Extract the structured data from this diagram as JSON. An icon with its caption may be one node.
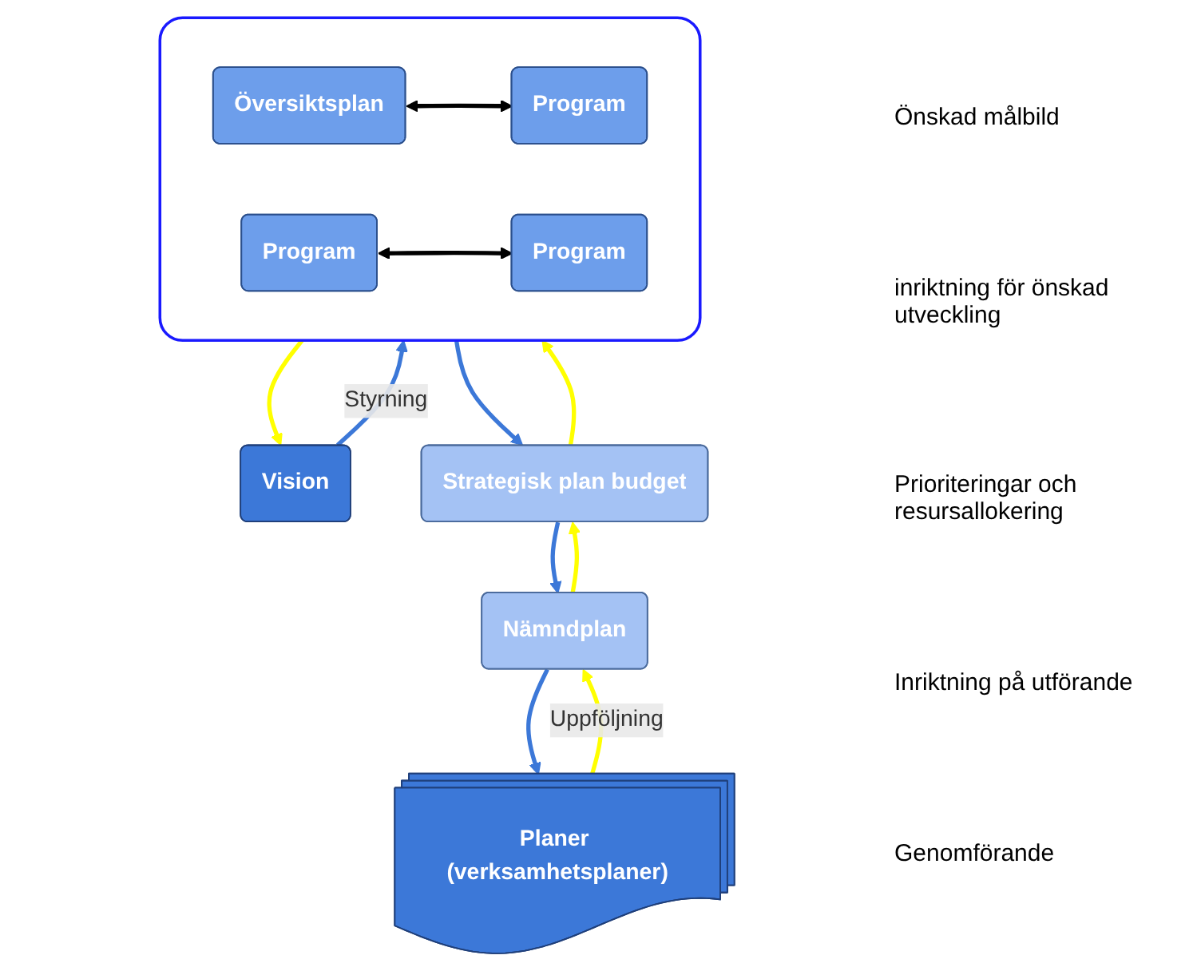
{
  "diagram": {
    "nodes": [
      {
        "text": [
          "Vision"
        ]
      },
      {
        "text": [],
        "shape": "box"
      },
      {
        "text": [
          "Program"
        ],
        "in": 1
      },
      {
        "text": [
          "Översiktsplan"
        ],
        "in": 1
      },
      {
        "text": [
          "Program"
        ],
        "in": 1
      },
      {
        "text": [
          "Program"
        ],
        "in": 1
      },
      {
        "text": [
          "Strategisk plan budget"
        ]
      },
      {
        "text": [
          "Nämndplan"
        ]
      },
      {
        "text": [
          "Planer (verksamhetsplaner)"
        ]
      }
    ],
    "edges": [
      {
        "from": 0,
        "to": 1,
        "arrow": "to",
        "label": "Styrning",
        "color": "#3c78d8"
      },
      {
        "from": 1,
        "to": 0,
        "arrow": "to",
        "color": "#ffff00"
      },
      {
        "from": 3,
        "to": 4,
        "arrow": "both",
        "color": "#000000"
      },
      {
        "from": 2,
        "to": 5,
        "arrow": "both",
        "color": "#000000"
      },
      {
        "from": 1,
        "to": 6,
        "arrow": "to",
        "color": "#3c78d8"
      },
      {
        "from": 6,
        "to": 1,
        "arrow": "to",
        "color": "#ffff00"
      },
      {
        "from": 6,
        "to": 7,
        "arrow": "to",
        "color": "#3c78d8"
      },
      {
        "from": 7,
        "to": 6,
        "arrow": "to",
        "color": "#ffff00"
      },
      {
        "from": 7,
        "to": 8,
        "arrow": "to",
        "color": "#3c78d8"
      },
      {
        "from": 8,
        "to": 7,
        "arrow": "to",
        "label": "Uppföljning",
        "color": "#ffff00"
      }
    ],
    "labels": [
      "Önskad målbild",
      "inriktning för önskad utveckling",
      "Prioriteringar och resursallokering",
      "Inriktning på utförande",
      "Genomförande"
    ]
  }
}
